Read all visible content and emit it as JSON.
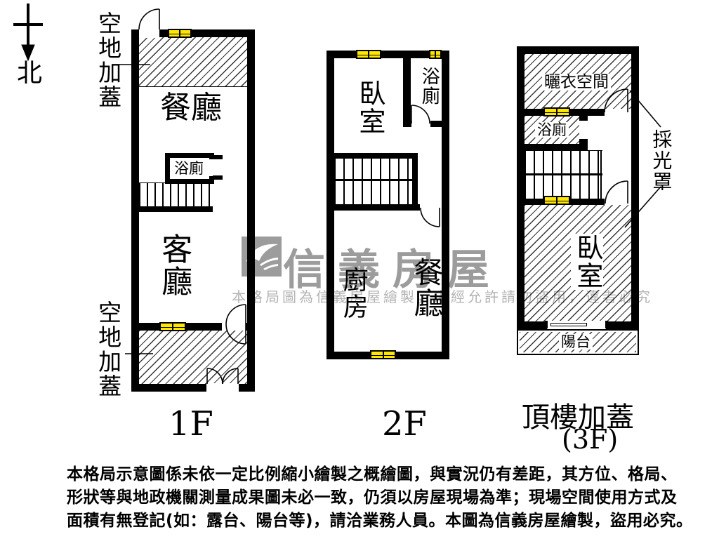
{
  "compass": {
    "label": "北"
  },
  "annotations": {
    "f1_top": "空地加蓋",
    "f1_bottom": "空地加蓋",
    "f3_skylight": "採光罩"
  },
  "floor1": {
    "label": "1F",
    "rooms": {
      "dining": "餐廳",
      "bath": "浴廁",
      "living": "客廳"
    }
  },
  "floor2": {
    "label": "2F",
    "rooms": {
      "bedroom": "臥室",
      "bath": "浴廁",
      "kitchen": "廚房",
      "dining": "餐廳"
    }
  },
  "floor3": {
    "label": "頂樓加蓋",
    "sublabel": "(3F)",
    "rooms": {
      "laundry": "曬衣空間",
      "bath": "浴廁",
      "bedroom": "臥室",
      "balcony": "陽台"
    }
  },
  "watermark": {
    "brand": "信義房屋",
    "notice": "本格局圖為信義房屋繪製，未經允許請勿盜用，違者必究"
  },
  "disclaimer": {
    "lines": [
      "本格局示意圖係未依一定比例縮小繪製之概繪圖，與實況仍有差距，其方位、格局、",
      "形狀等與地政機關測量成果圖未必一致，仍須以房屋現場為準；現場空間使用方式及",
      "面積有無登記(如：露台、陽台等)，請洽業務人員。本圖為信義房屋繪製，盜用必究。"
    ]
  },
  "colors": {
    "wall": "#000000",
    "window_fill": "#ffe600",
    "watermark_gray": "#9c9c9c",
    "watermark_light": "#b3b3b3"
  }
}
